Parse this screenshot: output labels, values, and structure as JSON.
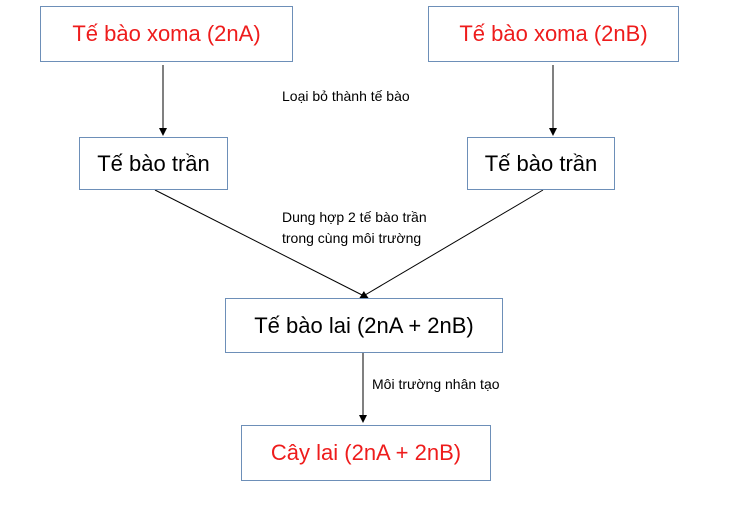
{
  "boxes": {
    "soma_a": "Tế bào xoma (2nA)",
    "soma_b": "Tế bào xoma (2nB)",
    "naked_a": "Tế bào trần",
    "naked_b": "Tế bào trần",
    "hybrid_cell": "Tế bào lai (2nA + 2nB)",
    "hybrid_plant": "Cây lai (2nA + 2nB)"
  },
  "labels": {
    "remove_wall": "Loại bỏ thành tế bào",
    "fuse_line1": "Dung hợp 2 tế bào trần",
    "fuse_line2": "trong cùng môi trường",
    "culture": "Môi trường nhân tạo"
  },
  "colors": {
    "highlight_text": "#ee1c1c",
    "box_border": "#6d8fb8"
  }
}
